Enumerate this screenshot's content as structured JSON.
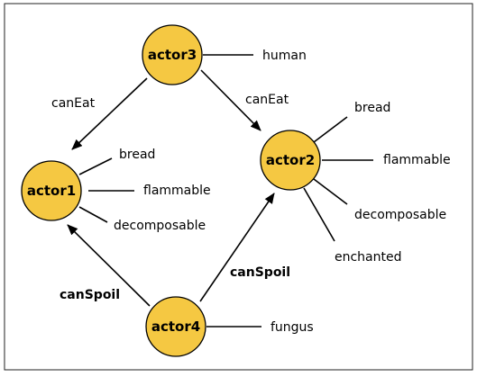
{
  "colors": {
    "node_fill": "#F5C842",
    "stroke": "#000000",
    "frame": "#222222"
  },
  "nodes": {
    "actor1": {
      "label": "actor1",
      "properties": [
        "bread",
        "flammable",
        "decomposable"
      ]
    },
    "actor2": {
      "label": "actor2",
      "properties": [
        "bread",
        "flammable",
        "decomposable",
        "enchanted"
      ]
    },
    "actor3": {
      "label": "actor3",
      "properties": [
        "human"
      ]
    },
    "actor4": {
      "label": "actor4",
      "properties": [
        "fungus"
      ]
    }
  },
  "edges": [
    {
      "from": "actor3",
      "to": "actor1",
      "label": "canEat"
    },
    {
      "from": "actor3",
      "to": "actor2",
      "label": "canEat"
    },
    {
      "from": "actor4",
      "to": "actor1",
      "label": "canSpoil"
    },
    {
      "from": "actor4",
      "to": "actor2",
      "label": "canSpoil"
    }
  ]
}
